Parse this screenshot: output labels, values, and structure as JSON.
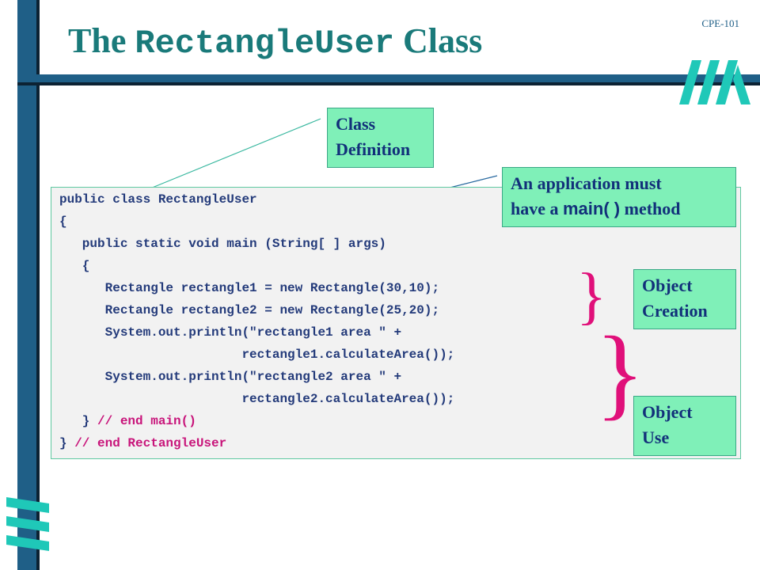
{
  "header": {
    "course": "CPE-101",
    "title_prefix": "The",
    "title_code": "RectangleUser",
    "title_suffix": "Class"
  },
  "code_lines": [
    "public class RectangleUser",
    "{",
    "   public static void main (String[ ] args)",
    "   {",
    "      Rectangle rectangle1 = new Rectangle(30,10);",
    "      Rectangle rectangle2 = new Rectangle(25,20);",
    "      System.out.println(\"rectangle1 area \" +",
    "                        rectangle1.calculateArea());",
    "      System.out.println(\"rectangle2 area \" +",
    "                        rectangle2.calculateArea());",
    "   } ",
    "} "
  ],
  "code_comments": {
    "end_main": "// end main()",
    "end_class": "// end RectangleUser"
  },
  "callouts": {
    "class_definition": [
      "Class",
      "Definition"
    ],
    "main_method": {
      "line1": "An application must",
      "line2_prefix": "have a",
      "line2_code": "main( )",
      "line2_suffix": "method"
    },
    "object_creation": [
      "Object",
      "Creation"
    ],
    "object_use": [
      "Object",
      "Use"
    ]
  },
  "colors": {
    "frame": "#1f5f87",
    "title": "#1a7a7a",
    "code": "#233a7a",
    "comment": "#c8147a",
    "callout_bg": "#7ff0b8",
    "brace": "#e0107a"
  }
}
